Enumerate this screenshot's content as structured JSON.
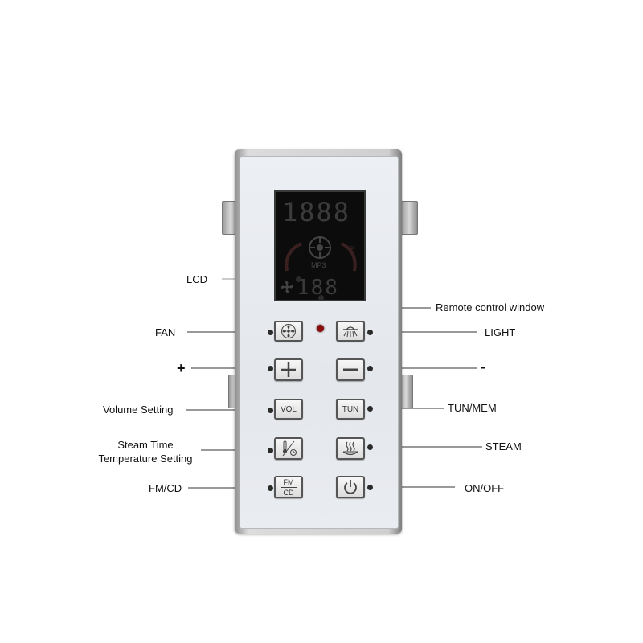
{
  "labels": {
    "lcd": "LCD",
    "remote_window": "Remote control window",
    "fan": "FAN",
    "light": "LIGHT",
    "plus": "+",
    "minus": "-",
    "volume": "Volume Setting",
    "tun_mem": "TUN/MEM",
    "steam_time_1": "Steam Time",
    "steam_time_2": "Temperature Setting",
    "steam": "STEAM",
    "fm_cd": "FM/CD",
    "on_off": "ON/OFF"
  },
  "lcd_display": {
    "top_digits": "1888",
    "bottom_digits": "188",
    "mp3": "MP3"
  },
  "buttons": {
    "vol": "VOL",
    "tun": "TUN",
    "fm": "FM",
    "cd": "CD"
  },
  "colors": {
    "ir_window": "#8a0d0d",
    "lcd_background": "#0c0c0c"
  }
}
